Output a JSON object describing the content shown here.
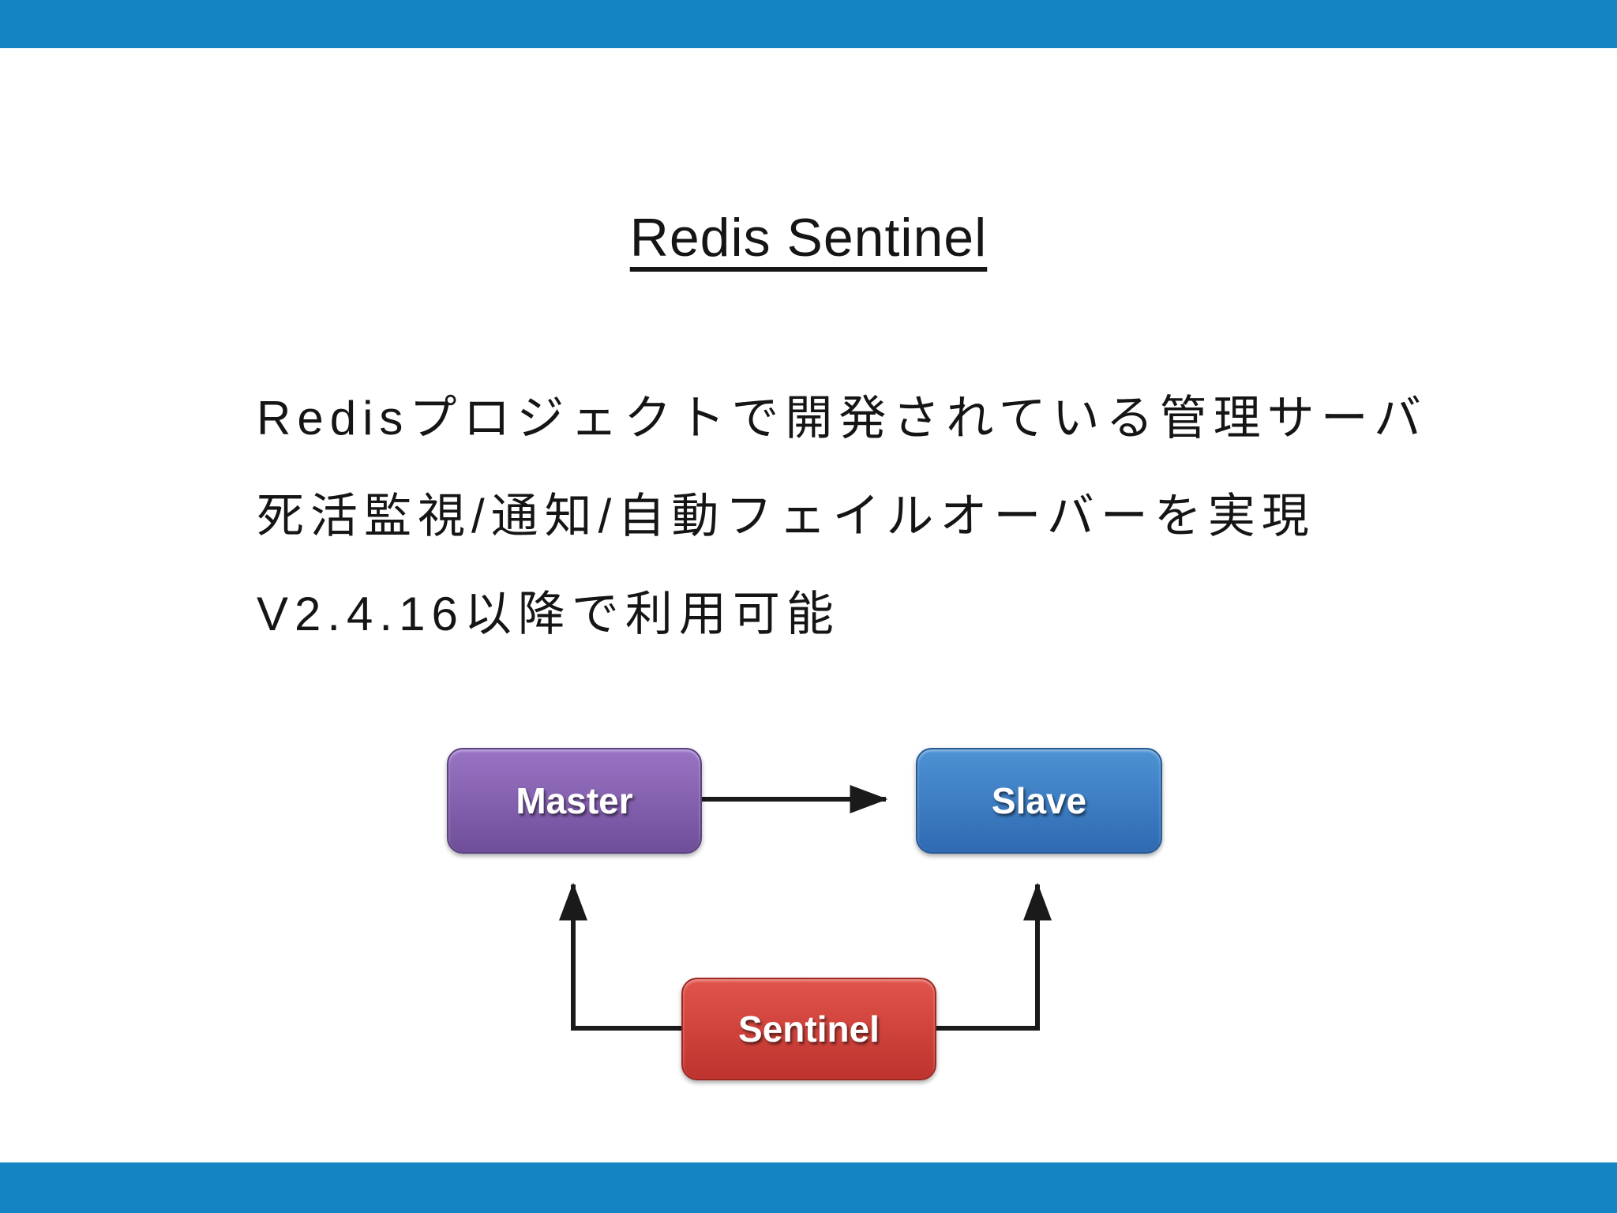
{
  "slide": {
    "title": "Redis Sentinel",
    "body_lines": [
      "Redisプロジェクトで開発されている管理サーバ",
      "死活監視/通知/自動フェイルオーバーを実現",
      "V2.4.16以降で利用可能"
    ]
  },
  "diagram": {
    "nodes": [
      {
        "id": "master",
        "label": "Master"
      },
      {
        "id": "slave",
        "label": "Slave"
      },
      {
        "id": "sentinel",
        "label": "Sentinel"
      }
    ],
    "edges": [
      {
        "from": "master",
        "to": "slave"
      },
      {
        "from": "sentinel",
        "to": "master"
      },
      {
        "from": "sentinel",
        "to": "slave"
      }
    ]
  },
  "colors": {
    "background": "#ffffff",
    "bar_blue": "#1484c2",
    "text": "#151515",
    "edge": "#1a1a1a",
    "master_top": "#9a74c4",
    "master_bottom": "#6f4e99",
    "master_border": "#5c4183",
    "slave_top": "#4d92d3",
    "slave_bottom": "#2f6ab2",
    "slave_border": "#275b97",
    "sentinel_top": "#e0544b",
    "sentinel_bottom": "#bf332e",
    "sentinel_border": "#9e2722"
  }
}
